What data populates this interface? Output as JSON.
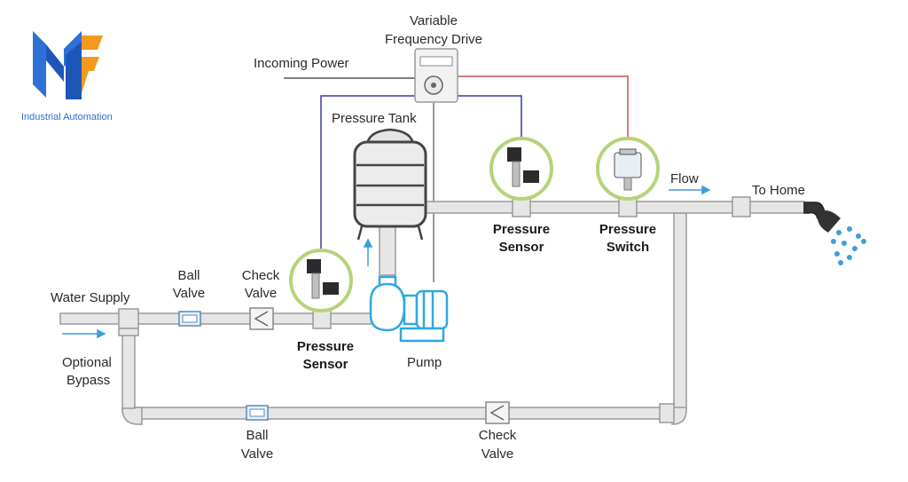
{
  "logo": {
    "caption": "Industrial Automation"
  },
  "labels": {
    "vfd_line1": "Variable",
    "vfd_line2": "Frequency Drive",
    "incoming_power": "Incoming Power",
    "pressure_tank": "Pressure Tank",
    "water_supply": "Water Supply",
    "optional_line1": "Optional",
    "optional_line2": "Bypass",
    "ball_valve_top_1": "Ball",
    "ball_valve_top_2": "Valve",
    "check_valve_top_1": "Check",
    "check_valve_top_2": "Valve",
    "pressure_sensor_left_1": "Pressure",
    "pressure_sensor_left_2": "Sensor",
    "pump": "Pump",
    "pressure_sensor_mid_1": "Pressure",
    "pressure_sensor_mid_2": "Sensor",
    "pressure_switch_1": "Pressure",
    "pressure_switch_2": "Switch",
    "flow": "Flow",
    "to_home": "To Home",
    "ball_valve_bottom_1": "Ball",
    "ball_valve_bottom_2": "Valve",
    "check_valve_bottom_1": "Check",
    "check_valve_bottom_2": "Valve"
  },
  "colors": {
    "pipe_fill": "#e6e6e6",
    "pipe_stroke": "#9a9a9a",
    "signal_blue": "#3a3aa0",
    "signal_red": "#d04a4a",
    "pump_blue": "#2fa8e0",
    "sensor_ring": "#b7d37a",
    "arrow_blue": "#3aa0d8",
    "logo_blue": "#2f6fd6",
    "logo_orange": "#f39a1e"
  }
}
